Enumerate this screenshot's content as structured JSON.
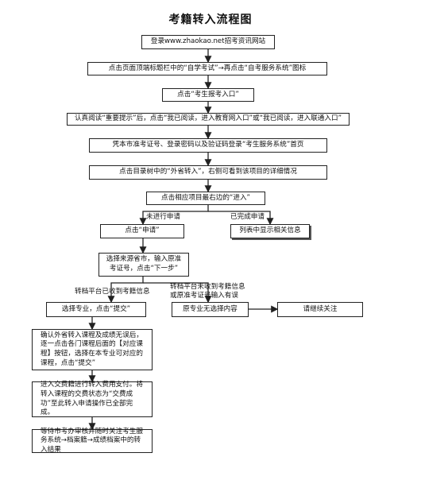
{
  "title": "考籍转入流程图",
  "steps": {
    "login": "登录www.zhaokao.net招考资讯网站",
    "click_nav": "点击页面顶端标题栏中的“自学考试”→再点击“自考服务系统”图标",
    "click_entry": "点击“考生报考入口”",
    "read_notice": "认真阅读“重要提示”后，点击“我已阅读，进入教育网入口”或“我已阅读，进入联通入口”",
    "credentials": "凭本市准考证号、登录密码以及验证码登录“考生服务系统”首页",
    "catalog": "点击目录树中的“外省转入”，右侧可看到该项目的详细情况",
    "enter": "点击相应项目最右边的“进入”",
    "apply": "点击“申请”",
    "list_info": "列表中显示相关信息",
    "choose_source": "选择来源省市，输入原准考证号，点击“下一步”",
    "choose_major": "选择专业，点击“提交”",
    "no_major": "原专业无选择内容",
    "keep_watch": "请继续关注",
    "confirm_courses": "确认外省转入课程及成绩无误后，逐一点击各门课程后面的【对应课程】按钮，选择在本专业可对应的课程，点击“提交”",
    "pay": "进入交费籍进行转入费用支付。将转入课程的交费状态为“交费成功”至此转入申请操作已全部完成。",
    "wait_review": "等待市考办审核并随时关注考生服务系统→档案籍→成绩档案中的转入结果"
  },
  "labels": {
    "not_applied": "未进行申请",
    "applied": "已完成申请",
    "received": "转档平台已收到考籍信息",
    "not_received_1": "转档平台未收到考籍信息",
    "not_received_2": "或原准考证号输入有误"
  }
}
